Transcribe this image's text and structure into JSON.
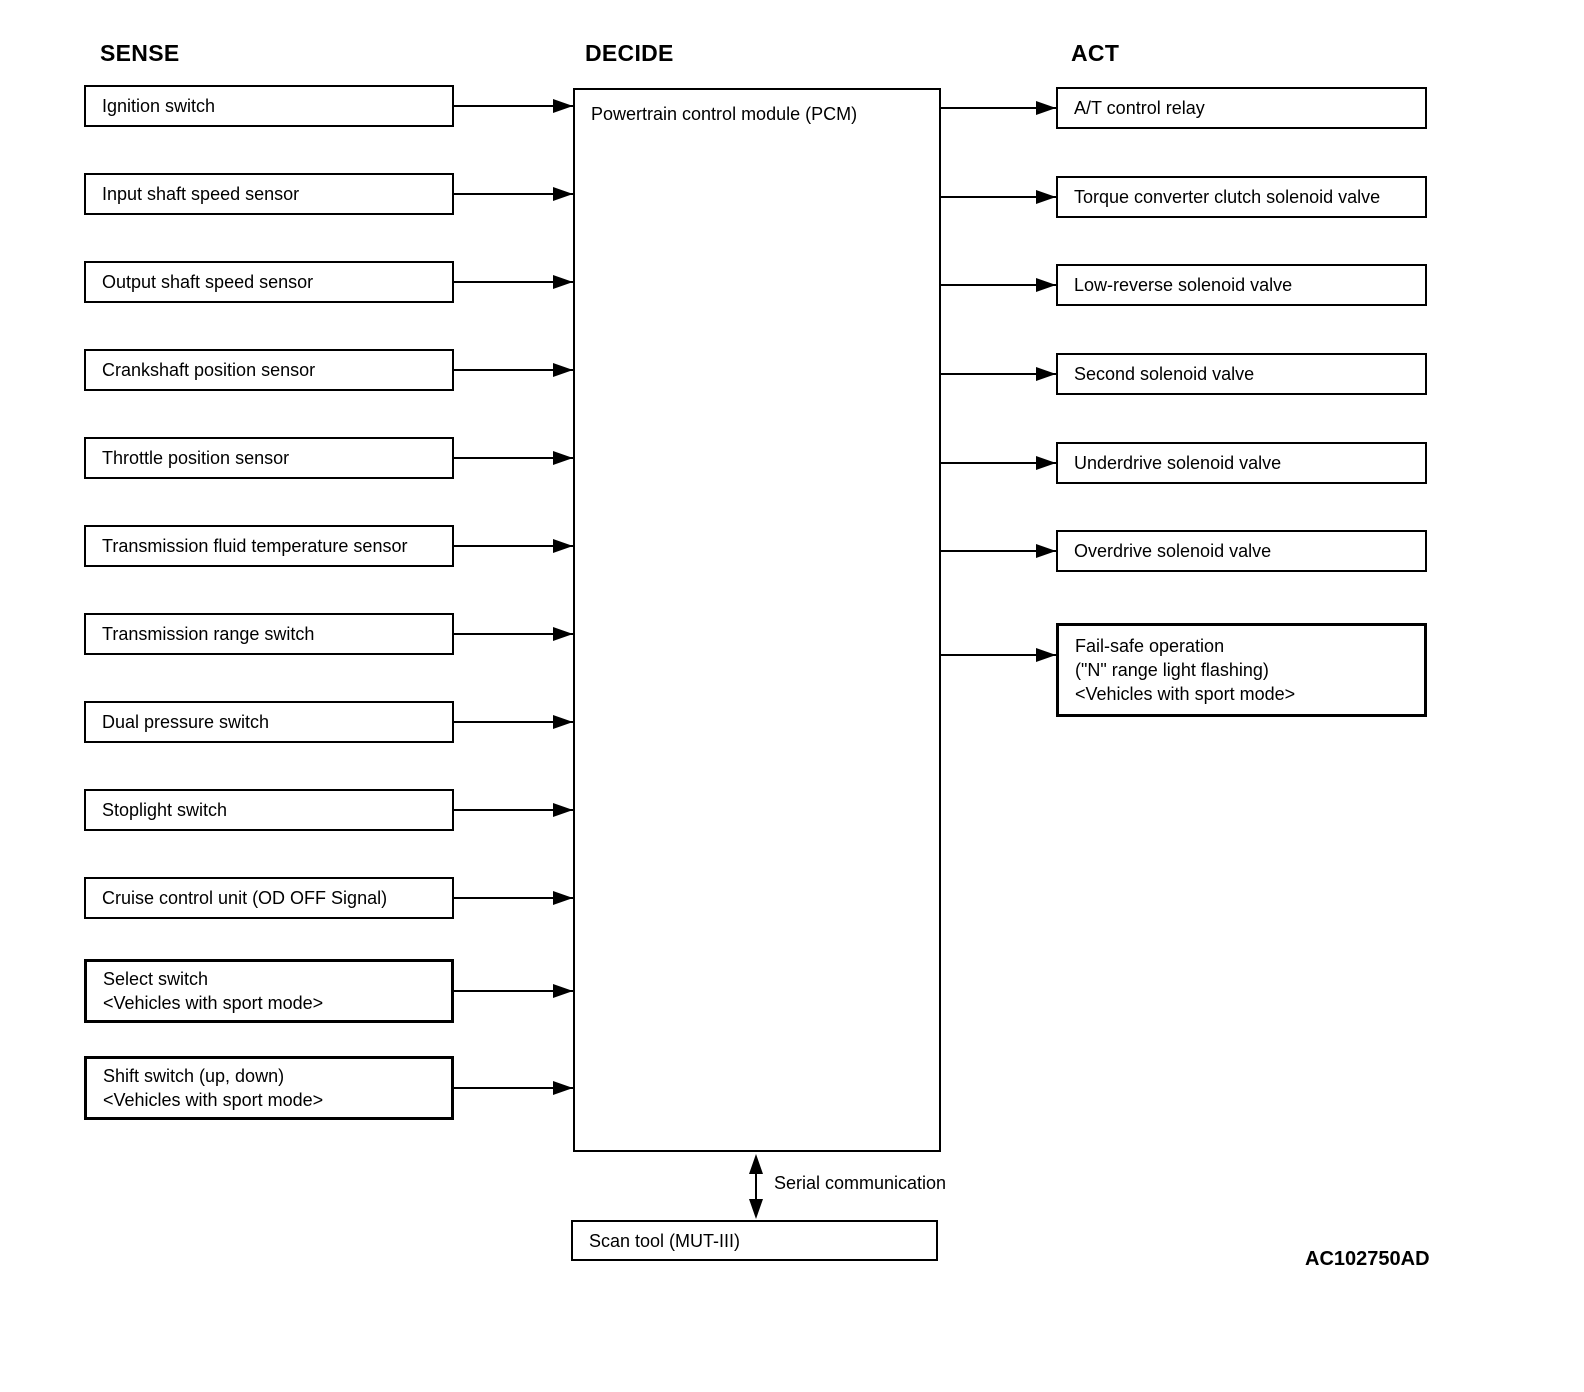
{
  "headers": {
    "sense": "SENSE",
    "decide": "DECIDE",
    "act": "ACT"
  },
  "sense_boxes": [
    {
      "lines": [
        "Ignition switch"
      ]
    },
    {
      "lines": [
        "Input shaft speed sensor"
      ]
    },
    {
      "lines": [
        "Output shaft speed sensor"
      ]
    },
    {
      "lines": [
        "Crankshaft position sensor"
      ]
    },
    {
      "lines": [
        "Throttle position sensor"
      ]
    },
    {
      "lines": [
        "Transmission fluid temperature sensor"
      ]
    },
    {
      "lines": [
        "Transmission range switch"
      ]
    },
    {
      "lines": [
        "Dual pressure switch"
      ]
    },
    {
      "lines": [
        "Stoplight switch"
      ]
    },
    {
      "lines": [
        "Cruise control unit (OD OFF Signal)"
      ]
    },
    {
      "lines": [
        "Select switch",
        "<Vehicles with sport mode>"
      ]
    },
    {
      "lines": [
        "Shift switch (up, down)",
        "<Vehicles with sport mode>"
      ]
    }
  ],
  "decide_box": {
    "label": "Powertrain control module (PCM)"
  },
  "act_boxes": [
    {
      "lines": [
        "A/T control relay"
      ]
    },
    {
      "lines": [
        "Torque converter clutch solenoid valve"
      ]
    },
    {
      "lines": [
        "Low-reverse solenoid valve"
      ]
    },
    {
      "lines": [
        "Second solenoid valve"
      ]
    },
    {
      "lines": [
        "Underdrive solenoid valve"
      ]
    },
    {
      "lines": [
        "Overdrive solenoid valve"
      ]
    },
    {
      "lines": [
        "Fail-safe operation",
        "(\"N\" range light flashing)",
        "<Vehicles with sport mode>"
      ]
    }
  ],
  "scan_tool": {
    "label": "Scan tool (MUT-III)"
  },
  "serial_label": "Serial communication",
  "figure_code": "AC102750AD",
  "colors": {
    "line": "#000000",
    "background": "#ffffff"
  }
}
